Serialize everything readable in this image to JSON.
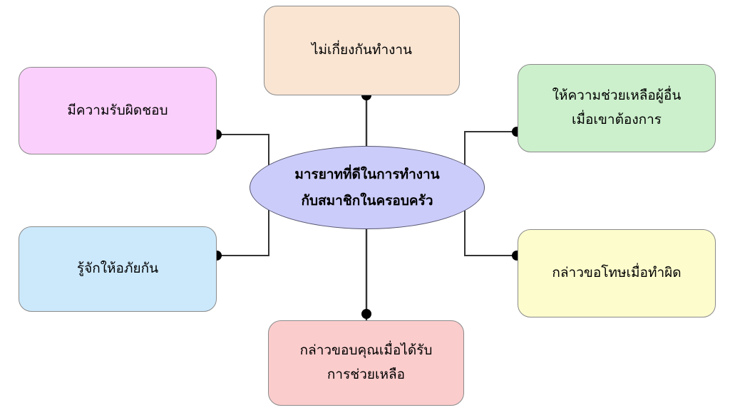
{
  "diagram": {
    "type": "mind-map",
    "title": "มารยาทที่ดีในการทำงานกับสมาชิกในครอบครัว",
    "background_color": "#FFFFFF",
    "connector_color": "#333333",
    "connector_dot_color": "#000000",
    "center": {
      "label": "มารยาทที่ดีในการทำงาน\nกับสมาชิกในครอบครัว",
      "line1": "มารยาทที่ดีในการทำงาน",
      "line2": "กับสมาชิกในครอบครัว",
      "fill_color": "#CCCCFA",
      "border_color": "#55556E",
      "shape": "ellipse"
    },
    "branches": [
      {
        "id": "top",
        "label": "ไม่เกี่ยงกันทำงาน",
        "fill_color": "#FAE5D3",
        "border_color": "#8A8A8A",
        "position": "top"
      },
      {
        "id": "top-left",
        "label": "มีความรับผิดชอบ",
        "fill_color": "#FBCFFB",
        "border_color": "#8A8A8A",
        "position": "top-left"
      },
      {
        "id": "top-right",
        "label": "ให้ความช่วยเหลือผู้อื่น\nเมื่อเขาต้องการ",
        "fill_color": "#CCF0CC",
        "border_color": "#8A8A8A",
        "position": "top-right"
      },
      {
        "id": "bottom-left",
        "label": "รู้จักให้อภัยกัน",
        "fill_color": "#CCE9FC",
        "border_color": "#8A8A8A",
        "position": "bottom-left"
      },
      {
        "id": "bottom-right",
        "label": "กล่าวขอโทษเมื่อทำผิด",
        "fill_color": "#FDFCCD",
        "border_color": "#8A8A8A",
        "position": "bottom-right"
      },
      {
        "id": "bottom",
        "label": "กล่าวขอบคุณเมื่อได้รับ\nการช่วยเหลือ",
        "fill_color": "#FBCCCC",
        "border_color": "#8A8A8A",
        "position": "bottom"
      }
    ]
  }
}
